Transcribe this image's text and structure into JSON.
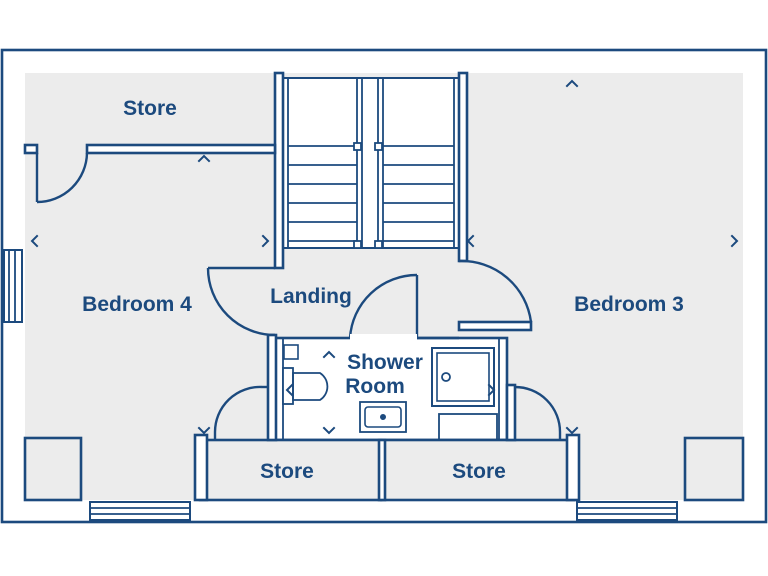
{
  "rooms": {
    "store_top_left": "Store",
    "bedroom_4": "Bedroom 4",
    "landing": "Landing",
    "shower_room_line1": "Shower",
    "shower_room_line2": "Room",
    "bedroom_3": "Bedroom 3",
    "store_bottom_left": "Store",
    "store_bottom_right": "Store"
  },
  "colors": {
    "line": "#1c4a7e",
    "floor": "#ececec",
    "background": "#ffffff"
  }
}
